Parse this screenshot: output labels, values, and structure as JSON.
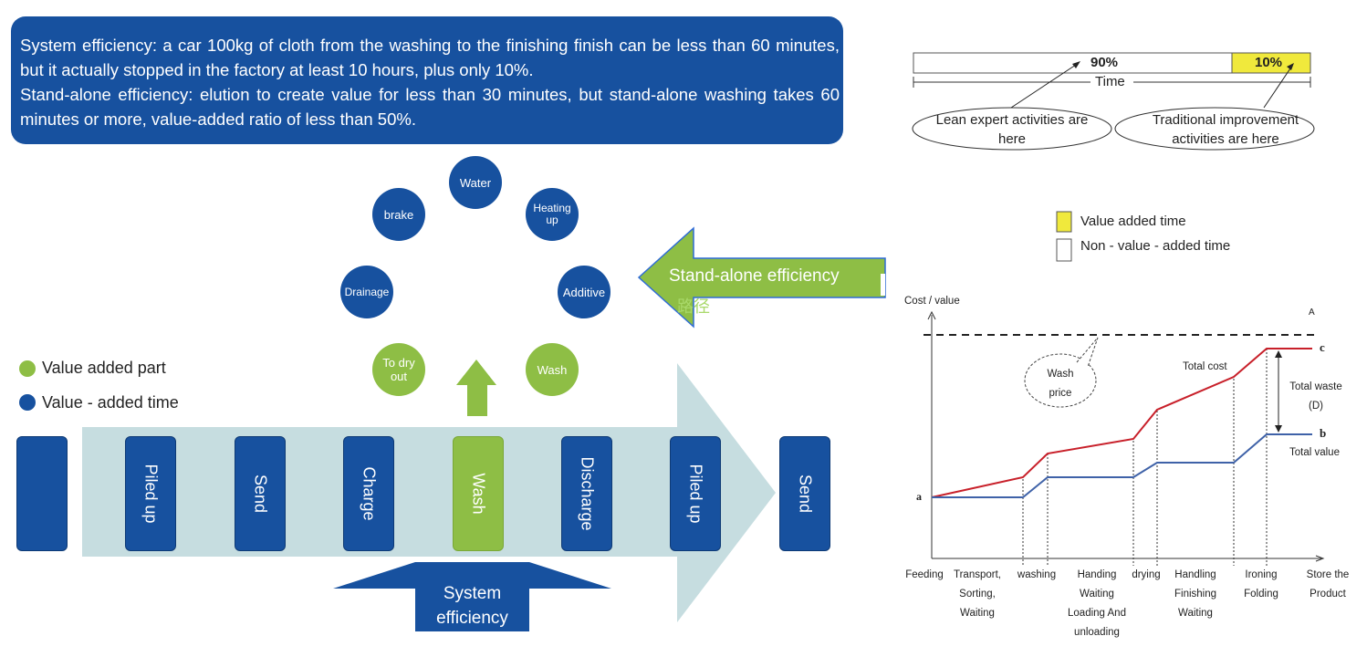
{
  "info": {
    "line1": "System efficiency: a car 100kg of cloth from the washing to the finishing finish can be less than 60 minutes, but it actually stopped in the factory at least 10 hours, plus only 10%.",
    "line2": "Stand-alone efficiency: elution to create value for less than 30 minutes, but stand-alone washing takes 60 minutes or more, value-added ratio of less than 50%."
  },
  "circles": {
    "water": "Water",
    "heating": "Heating up",
    "brake": "brake",
    "drainage": "Drainage",
    "additive": "Additive",
    "dry": "To dry out",
    "wash": "Wash"
  },
  "standalone_label": "Stand-alone efficiency",
  "stray_text": "路径",
  "legend_left": {
    "value_added_part": "Value added part",
    "value_added_time": "Value - added time"
  },
  "process_steps": [
    "",
    "Piled up",
    "Send",
    "Charge",
    "Wash",
    "Discharge",
    "Piled up",
    "Send"
  ],
  "system_efficiency_label": "System efficiency",
  "time_bar": {
    "left_pct": "90%",
    "right_pct": "10%",
    "time_label": "Time",
    "lean_label": "Lean expert activities are here",
    "traditional_label": "Traditional improvement activities are here"
  },
  "legend_right": {
    "value_added": "Value added time",
    "non_value_added": "Non - value - added time"
  },
  "cost_chart": {
    "y_label": "Cost / value",
    "wash_price": "Wash price",
    "total_cost": "Total cost",
    "total_waste": "Total waste (D)",
    "total_value": "Total value",
    "point_a": "a",
    "point_b": "b",
    "point_c": "c",
    "axis_marker": "A",
    "phases": [
      "Feeding",
      "Transport, Sorting, Waiting",
      "washing",
      "Handing Waiting Loading And unloading",
      "drying",
      "Handling Finishing Waiting",
      "Ironing Folding",
      "Store the Product"
    ]
  },
  "colors": {
    "blue": "#17519f",
    "green": "#8ebe45",
    "arrow_bg": "#c6dde0",
    "yellow": "#f0e93c",
    "cost_line": "#c8202a",
    "value_line": "#3f62a8"
  }
}
